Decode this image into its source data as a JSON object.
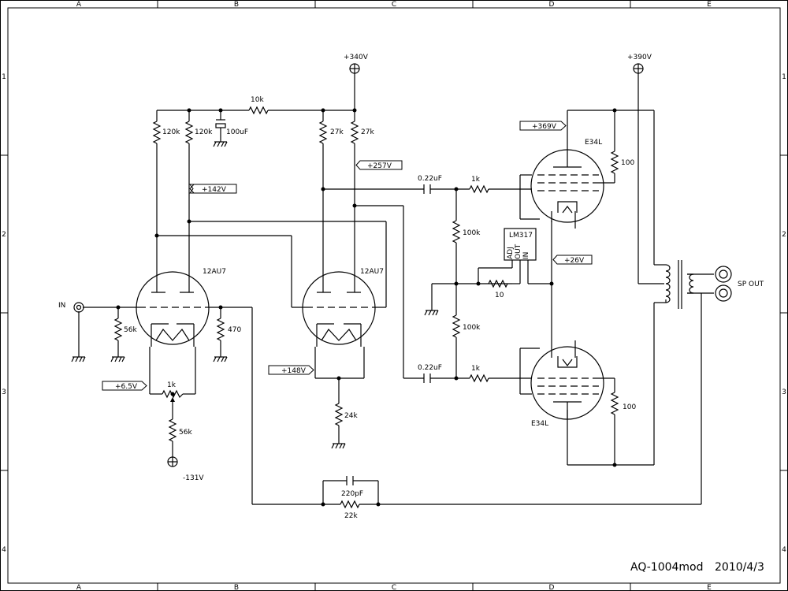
{
  "frame": {
    "cols": [
      "A",
      "B",
      "C",
      "D",
      "E"
    ],
    "rows": [
      "1",
      "2",
      "3",
      "4"
    ]
  },
  "title_block": {
    "model": "AQ-1004mod",
    "date": "2010/4/3"
  },
  "tubes": {
    "v1": "12AU7",
    "v2": "12AU7",
    "v3": "E34L",
    "v4": "E34L"
  },
  "regulator": {
    "name": "LM317",
    "pins": [
      "ADJ",
      "OUT",
      "IN"
    ]
  },
  "supplies": {
    "hv1": "+340V",
    "hv2": "+390V",
    "neg": "-131V"
  },
  "voltage_tags": {
    "plate_v1b": "+142V",
    "plate_v2b": "+257V",
    "cathode_v1": "+6.5V",
    "cathode_v2": "+148V",
    "screen_v3": "+369V",
    "reg_out": "+26V"
  },
  "parts": {
    "r_10k": "10k",
    "r_120k_a": "120k",
    "r_120k_b": "120k",
    "c_100uf": "100uF",
    "r_27k_a": "27k",
    "r_27k_b": "27k",
    "c_022_top": "0.22uF",
    "r_1k_top": "1k",
    "r_100k_top": "100k",
    "r_100k_bot": "100k",
    "r_10": "10",
    "c_022_bot": "0.22uF",
    "r_1k_bot": "1k",
    "r_100_top": "100",
    "r_100_bot": "100",
    "r_56k_in": "56k",
    "r_470": "470",
    "pot_1k": "1k",
    "r_56k_bias": "56k",
    "r_24k": "24k",
    "c_220pf": "220pF",
    "r_22k": "22k"
  },
  "connectors": {
    "input": "IN",
    "output": "SP OUT"
  }
}
